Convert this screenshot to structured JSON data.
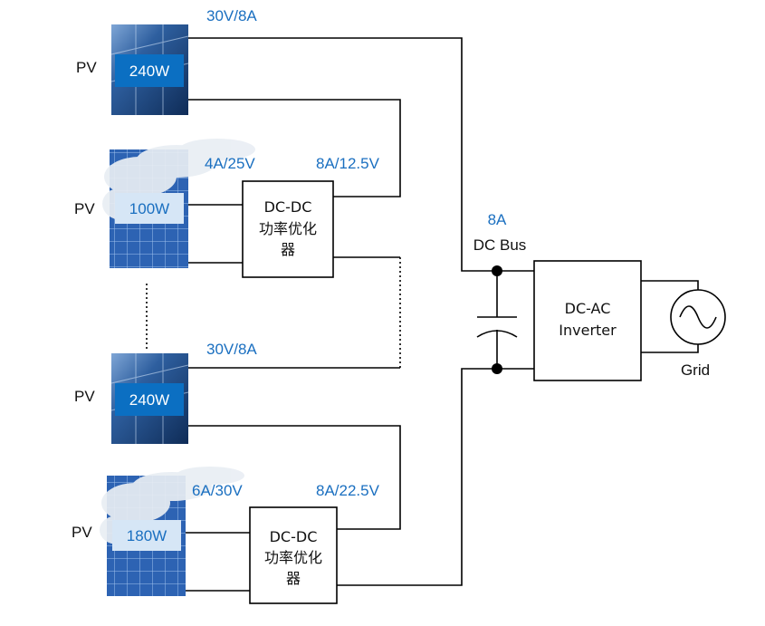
{
  "colors": {
    "accent_blue": "#1a6fc0",
    "panel_dark": "#1b3f72",
    "panel_light": "#2b62b4",
    "label_fill_dark": "#0b6fc2",
    "label_fill_light": "#d6e6f6",
    "cloud": "#e9eef4"
  },
  "panels": [
    {
      "pv_label": "PV",
      "power": "240W",
      "clouded": false
    },
    {
      "pv_label": "PV",
      "power": "100W",
      "clouded": true
    },
    {
      "pv_label": "PV",
      "power": "240W",
      "clouded": false
    },
    {
      "pv_label": "PV",
      "power": "180W",
      "clouded": true
    }
  ],
  "converters": [
    {
      "line1": "DC-DC",
      "line2": "功率优化",
      "line3": "器",
      "input": "4A/25V",
      "output": "8A/12.5V"
    },
    {
      "line1": "DC-DC",
      "line2": "功率优化",
      "line3": "器",
      "input": "6A/30V",
      "output": "8A/22.5V"
    }
  ],
  "string_labels": {
    "top": "30V/8A",
    "middle": "30V/8A"
  },
  "dc_bus": {
    "current": "8A",
    "label": "DC Bus"
  },
  "inverter": {
    "line1": "DC-AC",
    "line2": "Inverter"
  },
  "grid": {
    "label": "Grid",
    "icon": "ac-source-icon"
  }
}
